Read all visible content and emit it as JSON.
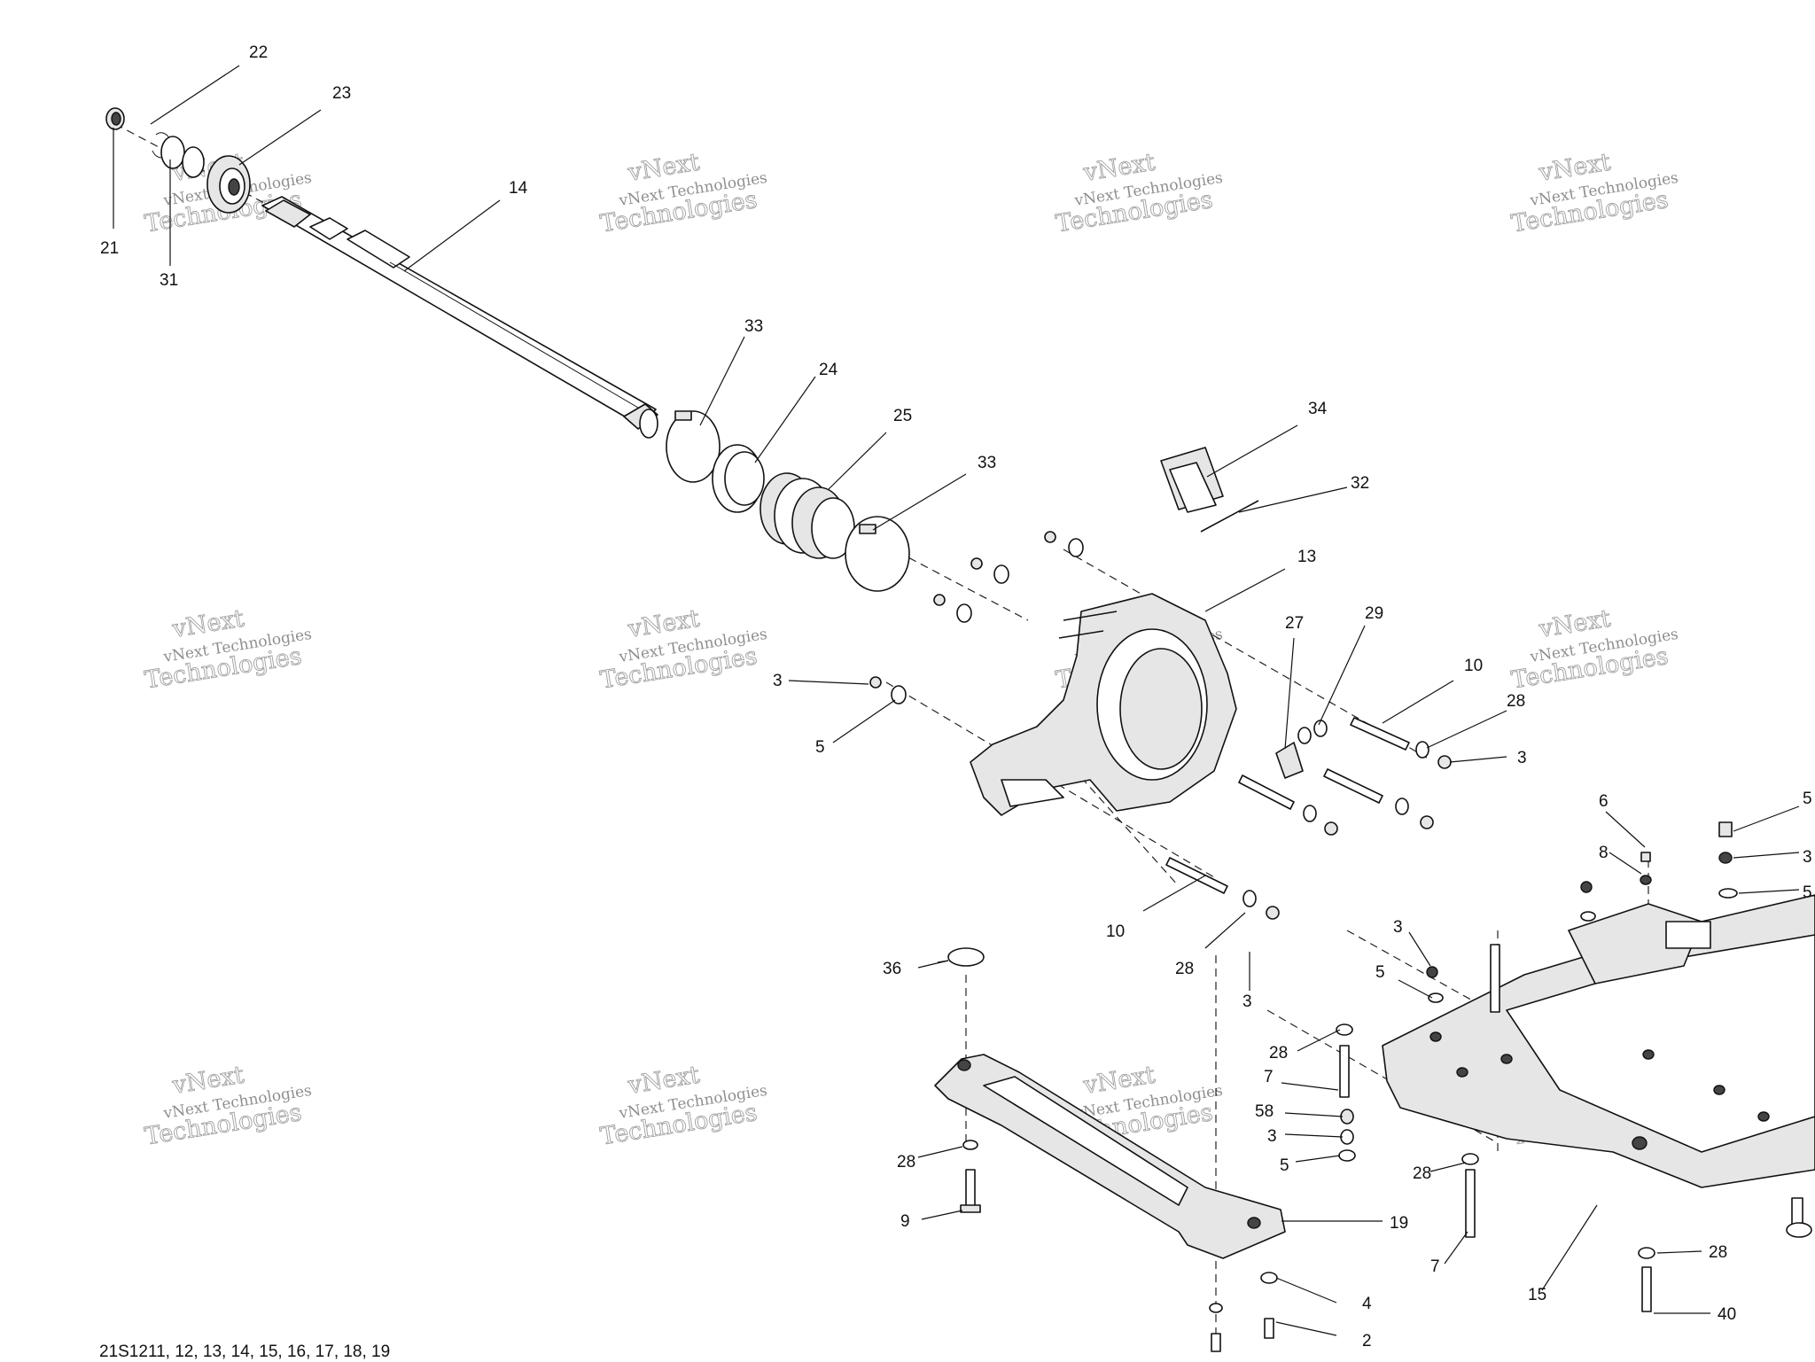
{
  "drawing_code": "21S1211, 12, 13, 14, 15, 16, 17, 18, 19",
  "watermark": {
    "line1": "vNext Technologies",
    "line2": "Technologies",
    "small": "vNext"
  },
  "part_labels": [
    "22",
    "23",
    "14",
    "21",
    "31",
    "33",
    "24",
    "25",
    "33",
    "34",
    "32",
    "13",
    "27",
    "29",
    "10",
    "28",
    "3",
    "3",
    "5",
    "6",
    "8",
    "10",
    "28",
    "3",
    "36",
    "3",
    "5",
    "28",
    "7",
    "58",
    "3",
    "5",
    "28",
    "9",
    "19",
    "4",
    "2",
    "28",
    "7",
    "15",
    "28",
    "40",
    "5",
    "3",
    "5"
  ]
}
